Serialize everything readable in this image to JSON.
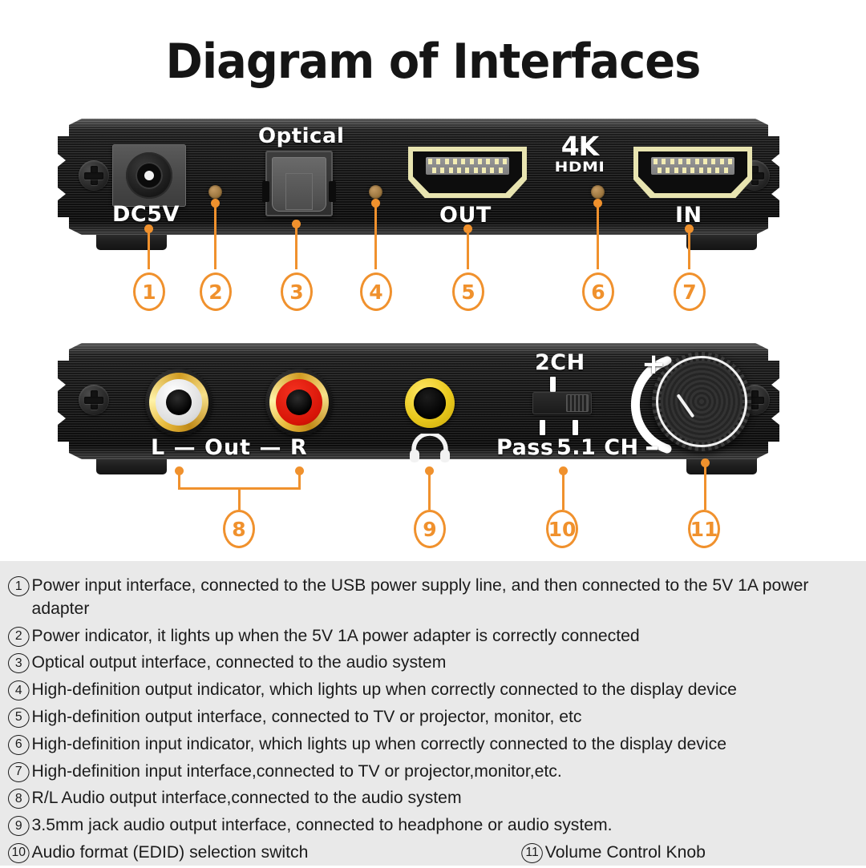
{
  "title": "Diagram of Interfaces",
  "colors": {
    "callout_orange": "#F0912D",
    "chassis_black": "#1B1B1B",
    "hdmi_gold": "#E8E4B0",
    "rca_left_white": "#FFFFFF",
    "rca_right_red": "#D71407",
    "jack_yellow": "#E9C91D",
    "description_bg": "#E9E9E9"
  },
  "top_panel": {
    "name": "rear-panel",
    "labels": {
      "dc": "DC5V",
      "optical": "Optical",
      "hdmi_out": "OUT",
      "hdmi_in": "IN",
      "logo_4k": "4K",
      "logo_hdmi": "HDMI"
    },
    "ports": [
      {
        "id": 1,
        "name": "dc-power-jack",
        "label": "DC5V"
      },
      {
        "id": 2,
        "name": "power-indicator-led",
        "label": ""
      },
      {
        "id": 3,
        "name": "optical-spdif-port",
        "label": "Optical"
      },
      {
        "id": 4,
        "name": "hdmi-output-indicator-led",
        "label": ""
      },
      {
        "id": 5,
        "name": "hdmi-output-port",
        "label": "OUT"
      },
      {
        "id": 6,
        "name": "hdmi-input-indicator-led",
        "label": ""
      },
      {
        "id": 7,
        "name": "hdmi-input-port",
        "label": "IN"
      }
    ],
    "callouts": [
      "1",
      "2",
      "3",
      "4",
      "5",
      "6",
      "7"
    ]
  },
  "bottom_panel": {
    "name": "front-panel",
    "labels": {
      "rca_left": "L",
      "rca_dash_left": "—",
      "rca_out": "Out",
      "rca_dash_right": "—",
      "rca_right": "R",
      "rca_full": "L — Out — R",
      "switch_top": "2CH",
      "switch_bottom_left": "Pass",
      "switch_bottom_right": "5.1 CH",
      "knob_plus": "+",
      "knob_minus": "–"
    },
    "ports": [
      {
        "id": 8,
        "name": "rca-audio-output-jacks",
        "label": "L — Out — R"
      },
      {
        "id": 9,
        "name": "headphone-jack-3-5mm",
        "label": ""
      },
      {
        "id": 10,
        "name": "edid-selection-switch",
        "label": "2CH / Pass / 5.1 CH"
      },
      {
        "id": 11,
        "name": "volume-control-knob",
        "label": ""
      }
    ],
    "callouts": [
      "8",
      "9",
      "10",
      "11"
    ]
  },
  "descriptions": [
    {
      "num": "①",
      "n": "1",
      "text": "Power input interface, connected to the USB power supply line, and then connected to the 5V 1A power adapter"
    },
    {
      "num": "②",
      "n": "2",
      "text": "Power indicator, it lights up when the 5V 1A power adapter is correctly connected"
    },
    {
      "num": "③",
      "n": "3",
      "text": "Optical output interface, connected to the audio system"
    },
    {
      "num": "④",
      "n": "4",
      "text": "High-definition output indicator, which lights up when correctly connected to the display device"
    },
    {
      "num": "⑤",
      "n": "5",
      "text": "High-definition output interface, connected to TV or projector, monitor, etc"
    },
    {
      "num": "⑥",
      "n": "6",
      "text": "High-definition input indicator, which lights up when correctly connected to the display device"
    },
    {
      "num": "⑦",
      "n": "7",
      "text": "High-definition input interface,connected to TV or projector,monitor,etc."
    },
    {
      "num": "⑧",
      "n": "8",
      "text": "R/L Audio output interface,connected to the audio system"
    },
    {
      "num": "⑨",
      "n": "9",
      "text": "3.5mm jack audio output interface, connected to headphone or audio system."
    }
  ],
  "descriptions_last_row": {
    "left": {
      "num": "⑩",
      "n": "10",
      "text": "Audio format (EDID) selection switch"
    },
    "right": {
      "num": "⑪",
      "n": "11",
      "text": "Volume Control Knob"
    }
  }
}
